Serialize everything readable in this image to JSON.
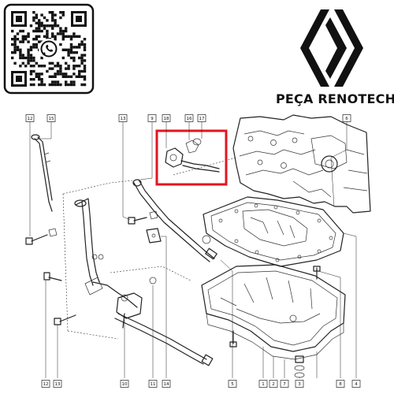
{
  "brand": {
    "name": "PEÇA RENOTECH",
    "highlight_color": "#e3161c",
    "logo": "renault-diamond-logo"
  },
  "qr_code": {
    "icon": "whatsapp-icon"
  },
  "diagram": {
    "callouts": [
      "12",
      "15",
      "13",
      "9",
      "18",
      "16",
      "17",
      "6",
      "5",
      "10",
      "11",
      "14",
      "1",
      "2",
      "7",
      "3",
      "8",
      "4"
    ],
    "highlighted_part": "18"
  }
}
